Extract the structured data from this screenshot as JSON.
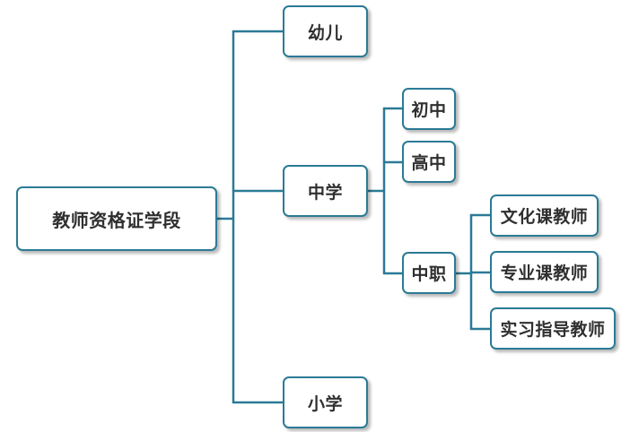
{
  "colors": {
    "line": "#2b7a96",
    "text": "#2f2f2f",
    "box_fill": "#ffffff"
  },
  "diagram": {
    "root": "教师资格证学段",
    "level1": {
      "kindergarten": "幼儿",
      "secondary": "中学",
      "primary": "小学"
    },
    "secondary_children": {
      "junior": "初中",
      "senior": "高中",
      "vocational": "中职"
    },
    "vocational_children": {
      "culture_teacher": "文化课教师",
      "specialty_teacher": "专业课教师",
      "practice_teacher": "实习指导教师"
    }
  }
}
